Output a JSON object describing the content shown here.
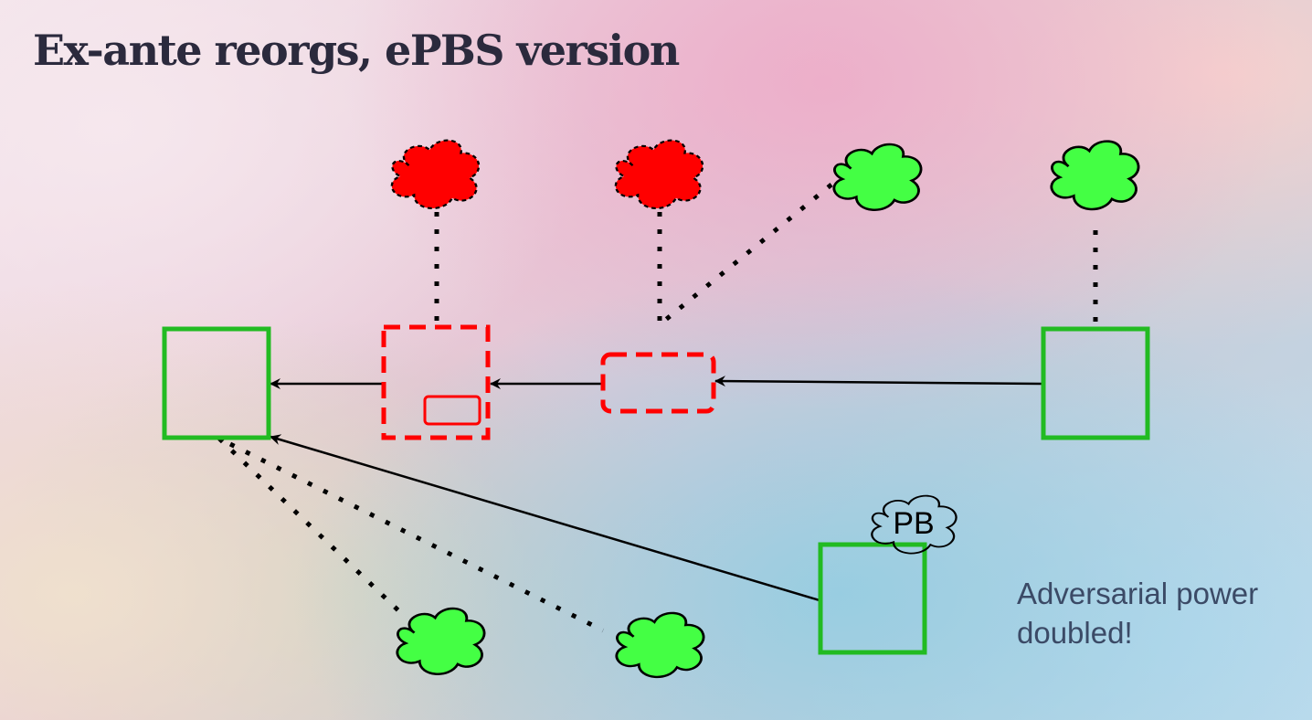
{
  "slide": {
    "title": "Ex-ante reorgs, ePBS version"
  },
  "diagram": {
    "pb_label": "PB",
    "note_lines": [
      "Adversarial power",
      "doubled!"
    ]
  },
  "colors": {
    "title": "#2b2a3d",
    "honest_block": "#22bb22",
    "honest_cloud": "#44ff44",
    "adversarial": "#ff0000",
    "note_text": "#3b4a66"
  }
}
